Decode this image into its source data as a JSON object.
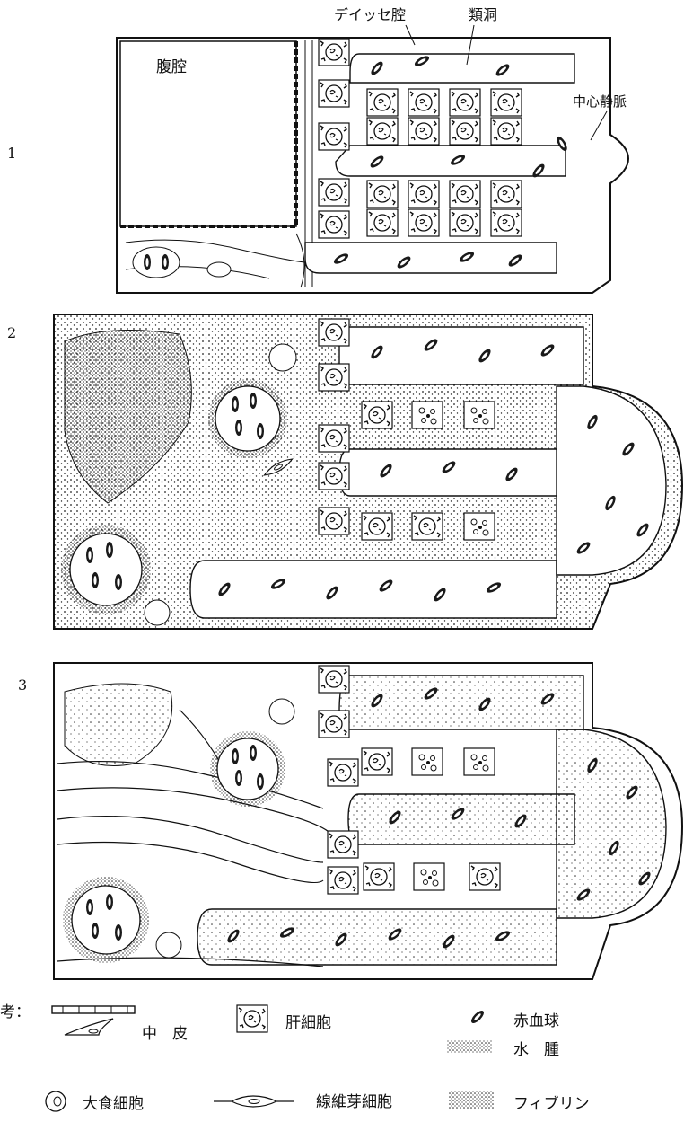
{
  "panels": [
    {
      "number": "1"
    },
    {
      "number": "2"
    },
    {
      "number": "3"
    }
  ],
  "labels": {
    "disse_space": "デイッセ腔",
    "sinusoid": "類洞",
    "abdominal_cavity": "腹腔",
    "central_vein": "中心静脈"
  },
  "legend": {
    "title": "考：",
    "items": [
      {
        "label": "中　皮",
        "icon": "mesothelium-icon"
      },
      {
        "label": "肝細胞",
        "icon": "hepatocyte-icon"
      },
      {
        "label": "赤血球",
        "icon": "red-blood-cell-icon"
      },
      {
        "label": "水　腫",
        "icon": "edema-icon"
      },
      {
        "label": "大食細胞",
        "icon": "macrophage-icon"
      },
      {
        "label": "線維芽細胞",
        "icon": "fibroblast-icon"
      },
      {
        "label": "フィブリン",
        "icon": "fibrin-icon"
      }
    ]
  }
}
